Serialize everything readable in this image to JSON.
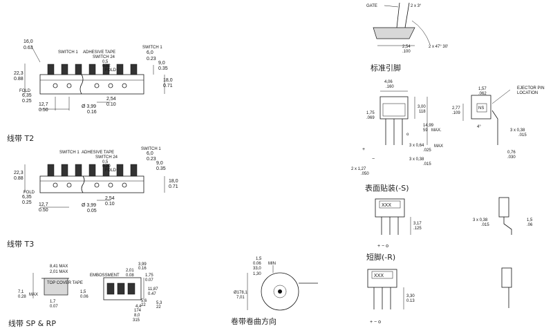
{
  "captions": {
    "tape_t2": "线带 T2",
    "tape_t3": "线带 T3",
    "tape_sp_rp": "线带 SP & RP",
    "reel_direction": "卷带卷曲方向",
    "standard_leads": "标准引脚",
    "smd": "表面贴装(-S)",
    "short_leads": "短脚(-R)"
  },
  "tape_t2": {
    "labels": {
      "switch1_a": "SWITCH 1",
      "adhesive": "ADHESIVE TAPE",
      "switch24": "SWITCH 24",
      "switch1_b": "SWITCH 1",
      "fold": "FOLD",
      "fold_left": "FOLD"
    },
    "dims": {
      "d16": "16,0",
      "d16i": "0.63",
      "d05": "0,5",
      "d05i": "0.02",
      "d60": "6,0",
      "d60i": "0.23",
      "d90": "9,0",
      "d90i": "0.35",
      "d223": "22,3",
      "d223i": "0.88",
      "d180": "18,0",
      "d180i": "0.71",
      "d635": "6,35",
      "d635i": "0.25",
      "d127": "12,7",
      "d127i": "0.50",
      "d254": "2,54",
      "d254i": "0.10",
      "d399": "Ø 3,99",
      "d399i": "0.16"
    }
  },
  "tape_t3": {
    "labels": {
      "switch1_a": "SWITCH 1",
      "adhesive": "ADHESIVE TAPE",
      "switch24": "SWITCH 24",
      "switch1_b": "SWITCH 1",
      "fold": "FOLD"
    },
    "dims": {
      "d05": "0,5",
      "d05i": "0.20",
      "d60": "6,0",
      "d60i": "0.23",
      "d90": "9,0",
      "d90i": "0.35",
      "d223": "22,3",
      "d223i": "0.88",
      "d180": "18,0",
      "d180i": "0.71",
      "d635": "6,35",
      "d635i": "0.25",
      "d127": "12,7",
      "d127i": "0.50",
      "d254": "2,54",
      "d254i": "0.10",
      "d399": "Ø 3,99",
      "d399i": "0.05"
    }
  },
  "tape_sp": {
    "labels": {
      "cover": "TOP COVER TAPE",
      "max": "MAX",
      "emboss": "EMBOSSMENT"
    },
    "dims": {
      "d841": "8,41 MAX",
      "d841i": "2,01 MAX",
      "d71": "7,1",
      "d71i": "0.28",
      "d17": "1,7",
      "d17i": "0.07",
      "d399": "3,99",
      "d399i": "0.16",
      "d201": "2,01",
      "d201i": "0.08",
      "d175": "1,75",
      "d175i": "0.07",
      "d15": "1,5",
      "d15i": "0.06",
      "d1187": "11,87",
      "d1187i": "0.47",
      "d56": "5,6",
      "d56i": "22",
      "d53": "5,3",
      "d53i": "22",
      "d44": "4,4",
      "d44i": "174",
      "d80": "8,0",
      "d80i": "315"
    }
  },
  "reel": {
    "dims": {
      "d15": "1,5",
      "d15i": "0.06",
      "dmin": "MIN",
      "d330a": "33,0",
      "d130": "1,30",
      "d178": "Ø178,1",
      "d178i": "7,01"
    }
  },
  "standard": {
    "labels": {
      "gate": "GATE"
    },
    "dims": {
      "ang3": "2 x 3°",
      "d254": "2,54",
      "d254i": ".100",
      "ang47": "2 x 47° 30'"
    }
  },
  "body": {
    "labels": {
      "ns": "NS",
      "ejector": "EJECTOR PIN",
      "location": "LOCATION"
    },
    "dims": {
      "d406": "4,06",
      "d406i": ".160",
      "d300": "3,00",
      "d300i": "118",
      "d175": "1,75",
      "d175i": ".069",
      "d1499": "14,99",
      "d1499i": "59",
      "dmax": "MAX.",
      "d064": "3 x 0,64",
      "d064i": ".025",
      "dmax2": "MAX",
      "d038": "3 x 0,38",
      "d038i": ".015",
      "d127": "2 x 1,27",
      "d127i": ".050",
      "d157": "1,57",
      "d157i": ".062",
      "d277": "2,77",
      "d277i": ".109",
      "ang4": "4°",
      "d076": "0,76",
      "d076i": ".030",
      "plus": "+",
      "minus": "−",
      "o": "o"
    }
  },
  "smd": {
    "labels": {
      "xxx": "XXX",
      "pins": "+ − o"
    },
    "dims": {
      "d317": "3,17",
      "d317i": ".125",
      "d038": "3 x 0,38",
      "d038i": ".015",
      "d15": "1,5",
      "d15i": ".06"
    }
  },
  "short": {
    "labels": {
      "xxx": "XXX",
      "pins": "+ − o"
    },
    "dims": {
      "d330": "3,30",
      "d330i": "0.13"
    }
  }
}
